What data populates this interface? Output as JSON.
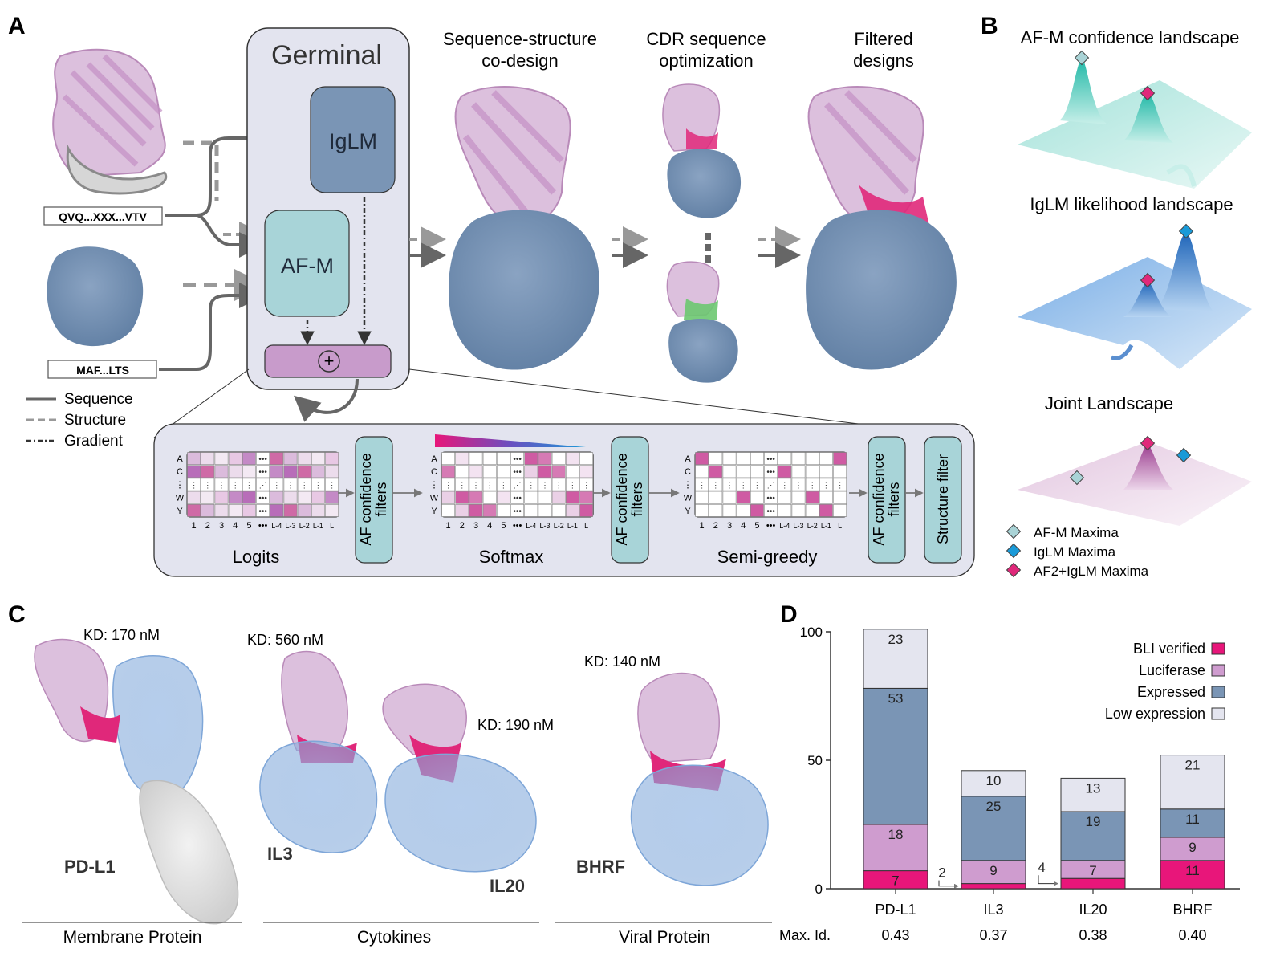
{
  "panel_letters": {
    "a": "A",
    "b": "B",
    "c": "C",
    "d": "D"
  },
  "panelA": {
    "germinal_title": "Germinal",
    "iglm_label": "IgLM",
    "afm_label": "AF-M",
    "plus_symbol": "+",
    "antibody_seq": "QVQ...XXX...VTV",
    "target_seq": "MAF...LTS",
    "legend": {
      "sequence": "Sequence",
      "structure": "Structure",
      "gradient": "Gradient"
    },
    "stage_codesign": [
      "Sequence-structure",
      "co-design"
    ],
    "stage_cdr": [
      "CDR sequence",
      "optimization"
    ],
    "stage_filtered": [
      "Filtered",
      "designs"
    ],
    "row_labels": [
      "A",
      "C",
      "⋮",
      "W",
      "Y"
    ],
    "col_labels": [
      "1",
      "2",
      "3",
      "4",
      "5",
      "•••",
      "L-4",
      "L-3",
      "L-2",
      "L-1",
      "L"
    ],
    "matrix_titles": {
      "logits": "Logits",
      "softmax": "Softmax",
      "semigreedy": "Semi-greedy"
    },
    "filter_af": [
      "AF confidence",
      "filters"
    ],
    "filter_structure": "Structure filter",
    "colors": {
      "protein": "#7a95b5",
      "antibody": "#c89bcb",
      "cdr": "#e0287a",
      "afm_box": "#a8d4d8",
      "iglm_box": "#7a95b5",
      "sum_box": "#c89bcb",
      "panel_bg": "#e3e4ef"
    }
  },
  "panelB": {
    "titles": [
      "AF-M confidence landscape",
      "IgLM likelihood landscape",
      "Joint Landscape"
    ],
    "legend": [
      "AF-M Maxima",
      "IgLM Maxima",
      "AF2+IgLM Maxima"
    ],
    "legend_colors": [
      "#a9d3d6",
      "#1a9ad8",
      "#e0287a"
    ]
  },
  "panelC": {
    "kd_pdl1": "KD: 170 nM",
    "kd_il3": "KD: 560 nM",
    "kd_il20": "KD: 190 nM",
    "kd_bhrf": "KD: 140 nM",
    "targets": [
      "PD-L1",
      "IL3",
      "IL20",
      "BHRF"
    ],
    "groups": [
      "Membrane Protein",
      "Cytokines",
      "Viral Protein"
    ]
  },
  "chart_data": {
    "type": "bar",
    "stacked": true,
    "categories": [
      "PD-L1",
      "IL3",
      "IL20",
      "BHRF"
    ],
    "ylim": [
      0,
      100
    ],
    "yticks": [
      0,
      50,
      100
    ],
    "series": [
      {
        "name": "BLI verified",
        "color": "#e8167a",
        "values": [
          7,
          2,
          4,
          11
        ]
      },
      {
        "name": "Luciferase",
        "color": "#cf9ccf",
        "values": [
          18,
          9,
          7,
          9
        ]
      },
      {
        "name": "Expressed",
        "color": "#7a95b5",
        "values": [
          53,
          25,
          19,
          11
        ]
      },
      {
        "name": "Low expression",
        "color": "#e4e5ef",
        "values": [
          23,
          10,
          13,
          21
        ]
      }
    ],
    "max_id_label": "Max. Id.",
    "max_id": [
      "0.43",
      "0.37",
      "0.38",
      "0.40"
    ],
    "legend_position": "top-right",
    "grid": false
  }
}
